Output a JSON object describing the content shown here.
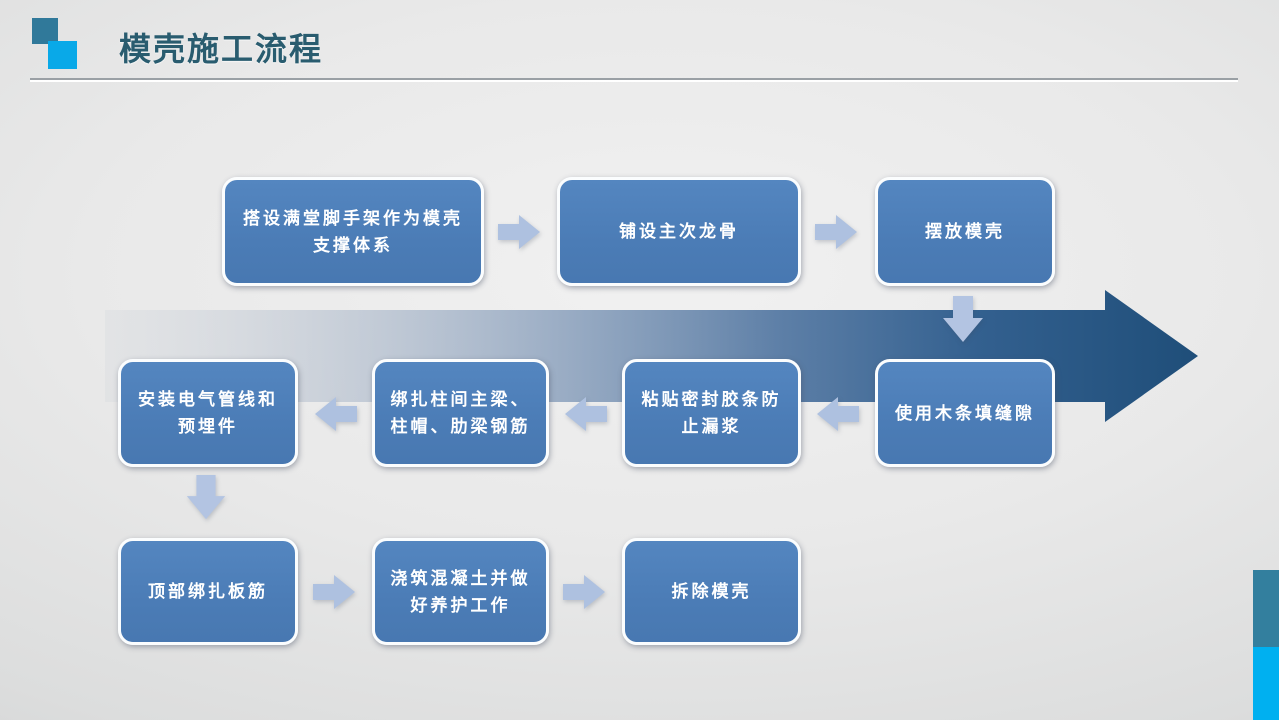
{
  "slide": {
    "title": "模壳施工流程",
    "steps": [
      {
        "label": "搭设满堂脚手架作为模壳支撑体系"
      },
      {
        "label": "铺设主次龙骨"
      },
      {
        "label": "摆放模壳"
      },
      {
        "label": "使用木条填缝隙"
      },
      {
        "label": "粘贴密封胶条防止漏浆"
      },
      {
        "label": "绑扎柱间主梁、柱帽、肋梁钢筋"
      },
      {
        "label": "安装电气管线和预埋件"
      },
      {
        "label": "顶部绑扎板筋"
      },
      {
        "label": "浇筑混凝土并做好养护工作"
      },
      {
        "label": "拆除模壳"
      }
    ],
    "colors": {
      "title_text": "#295c6f",
      "box_fill": "#4b7cb6",
      "box_border": "#fbfdfe",
      "box_text": "#ffffff",
      "connector_arrow": "#aec1e0",
      "band_arrow_dark": "#1f4e79",
      "accent_square_teal": "#30799a",
      "accent_square_cyan": "#09a9e8",
      "edge_bar_teal": "#337f9e",
      "edge_bar_cyan": "#00b0f0"
    }
  }
}
